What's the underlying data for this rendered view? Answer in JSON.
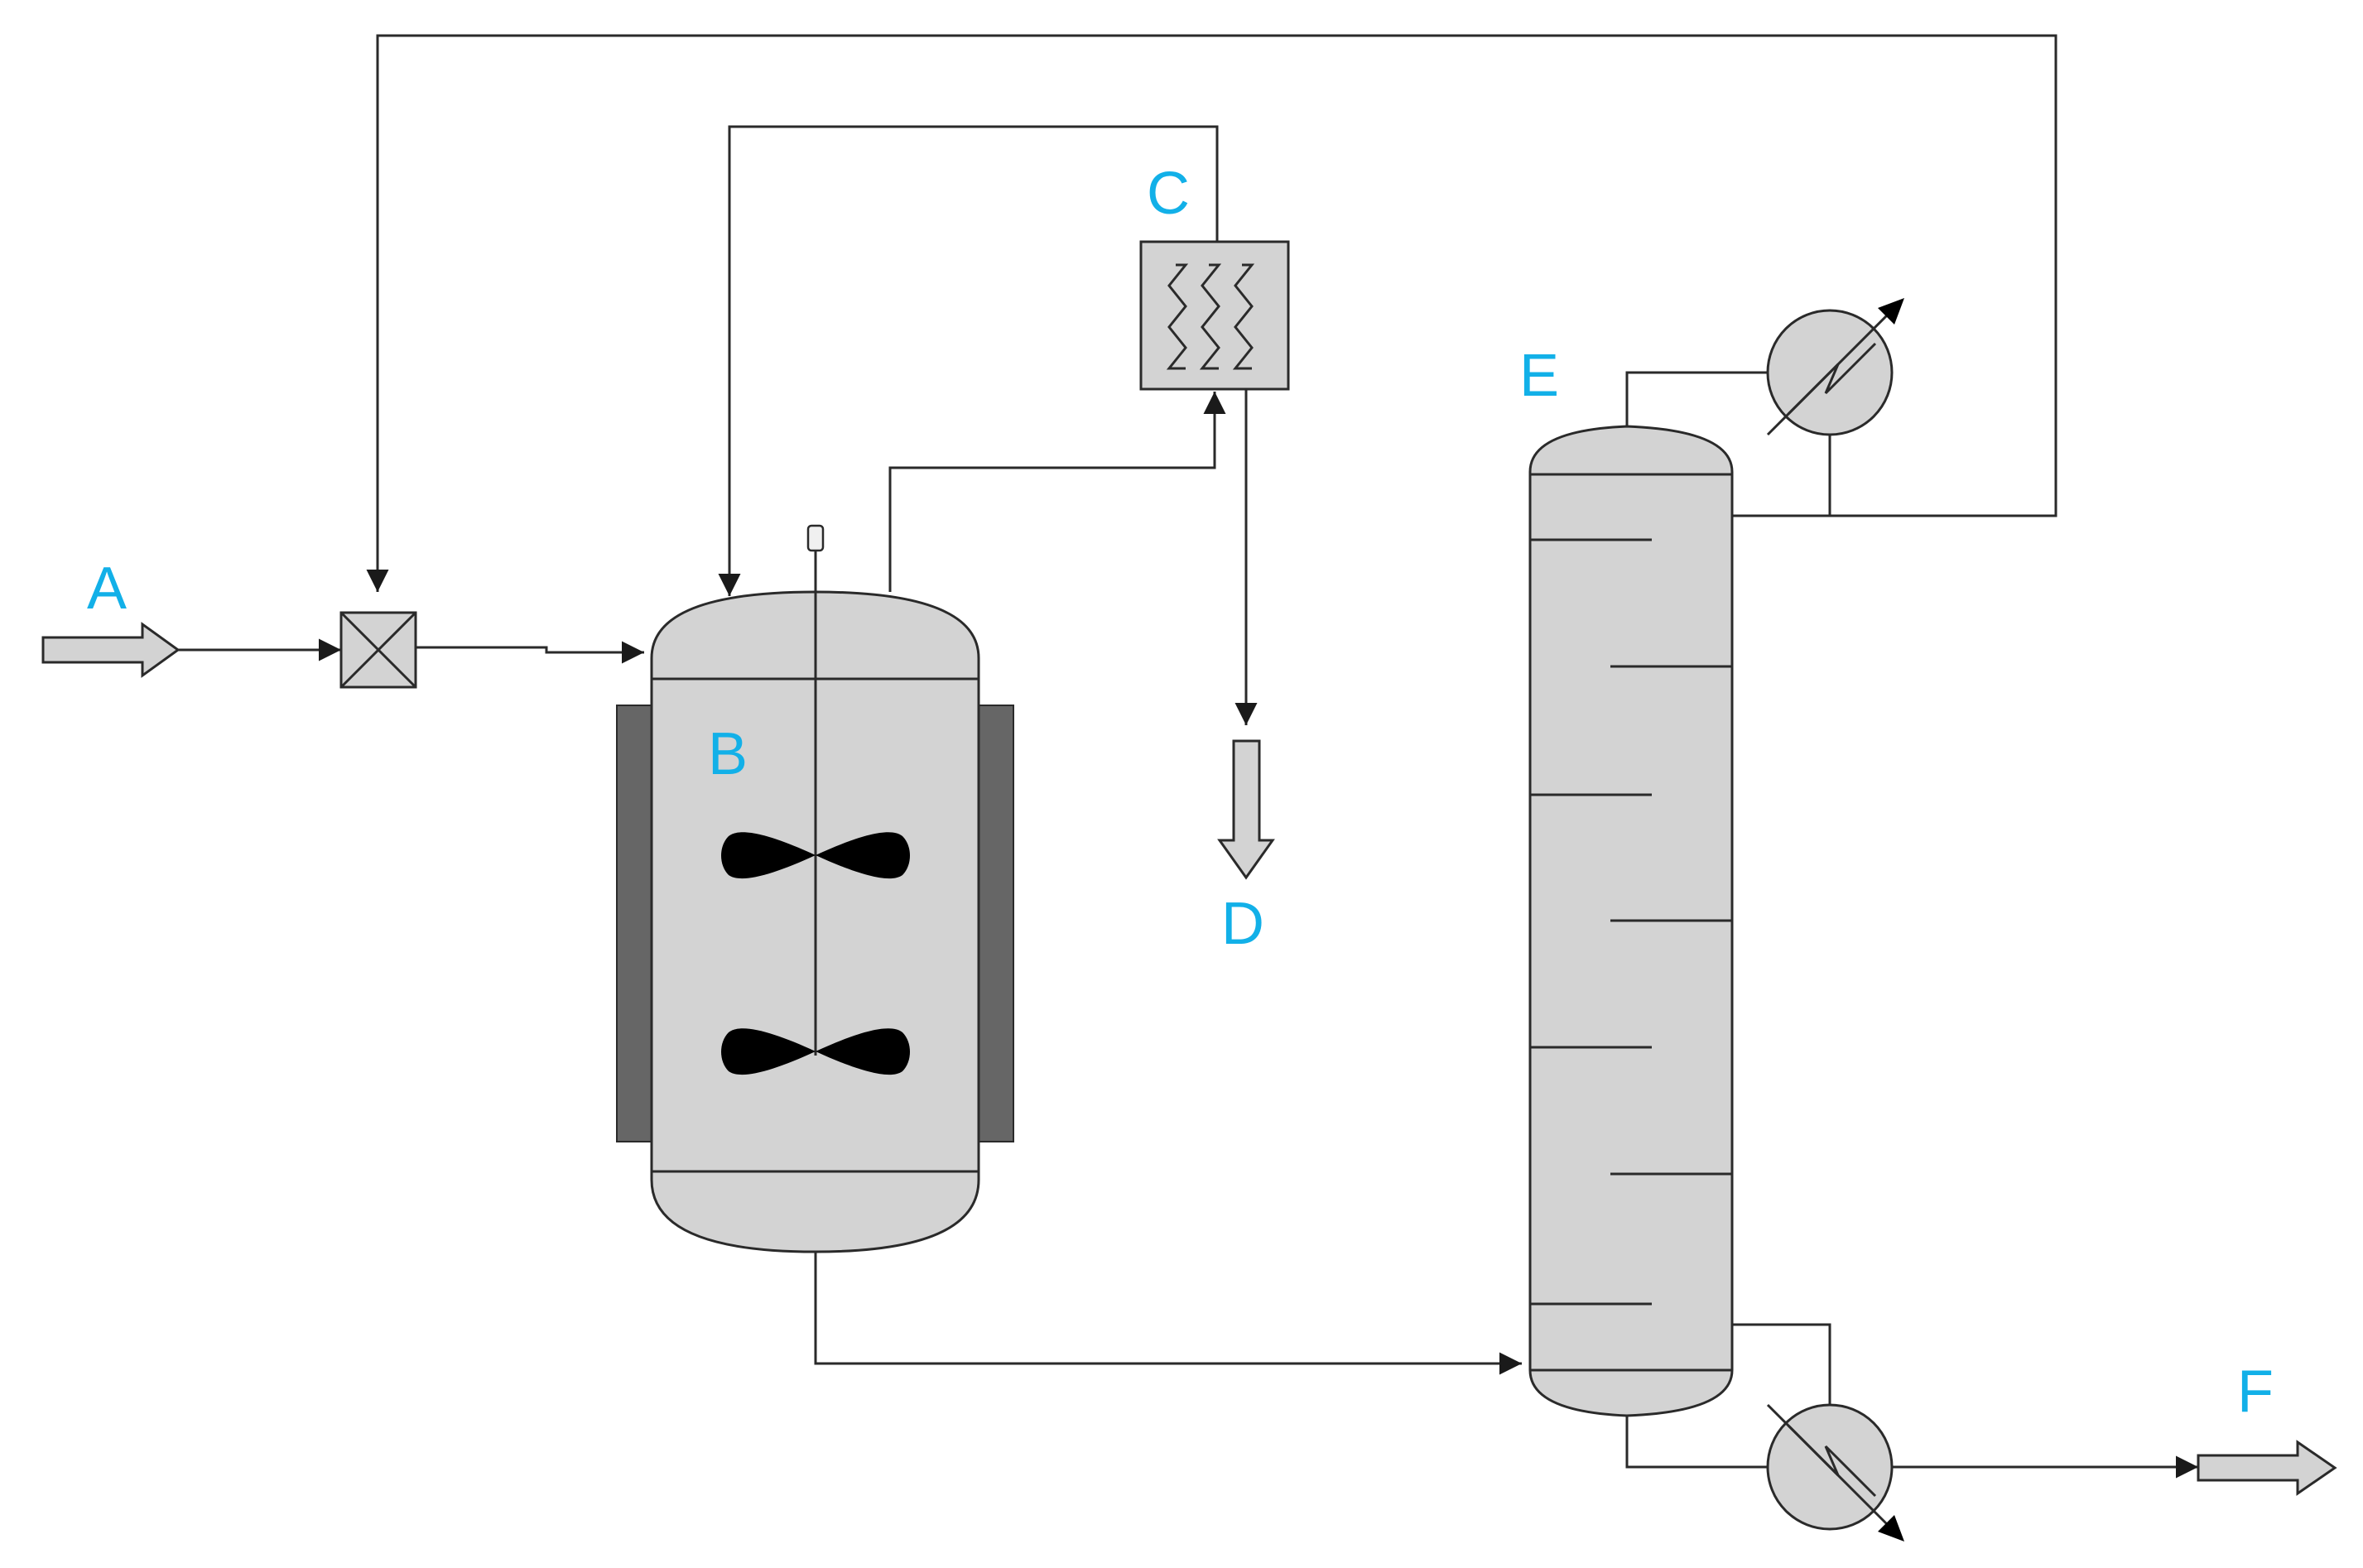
{
  "labels": {
    "A": "A",
    "B": "B",
    "C": "C",
    "D": "D",
    "E": "E",
    "F": "F"
  },
  "colors": {
    "label": "#12b0e8",
    "equipment_fill": "#d3d3d3",
    "jacket": "#666666",
    "line": "#2a2a2a",
    "background": "#ffffff"
  }
}
